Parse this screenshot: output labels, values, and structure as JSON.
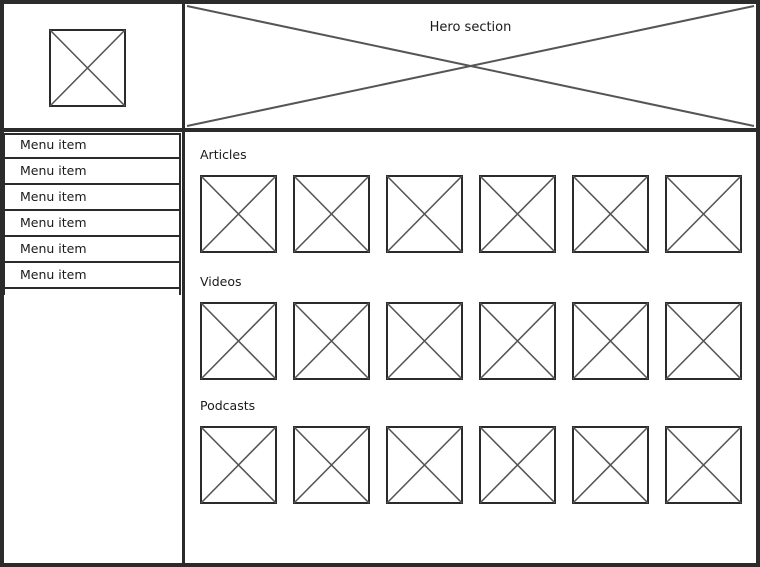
{
  "hero": {
    "label": "Hero section"
  },
  "logo": {
    "icon": "image-placeholder-icon"
  },
  "menu": {
    "items": [
      {
        "label": "Menu item"
      },
      {
        "label": "Menu item"
      },
      {
        "label": "Menu item"
      },
      {
        "label": "Menu item"
      },
      {
        "label": "Menu item"
      },
      {
        "label": "Menu item"
      }
    ]
  },
  "sections": [
    {
      "title": "Articles",
      "thumbnails": 6
    },
    {
      "title": "Videos",
      "thumbnails": 6
    },
    {
      "title": "Podcasts",
      "thumbnails": 6
    }
  ],
  "colors": {
    "stroke": "#2b2b2b",
    "placeholder_cross": "#555555",
    "background": "#ffffff"
  }
}
